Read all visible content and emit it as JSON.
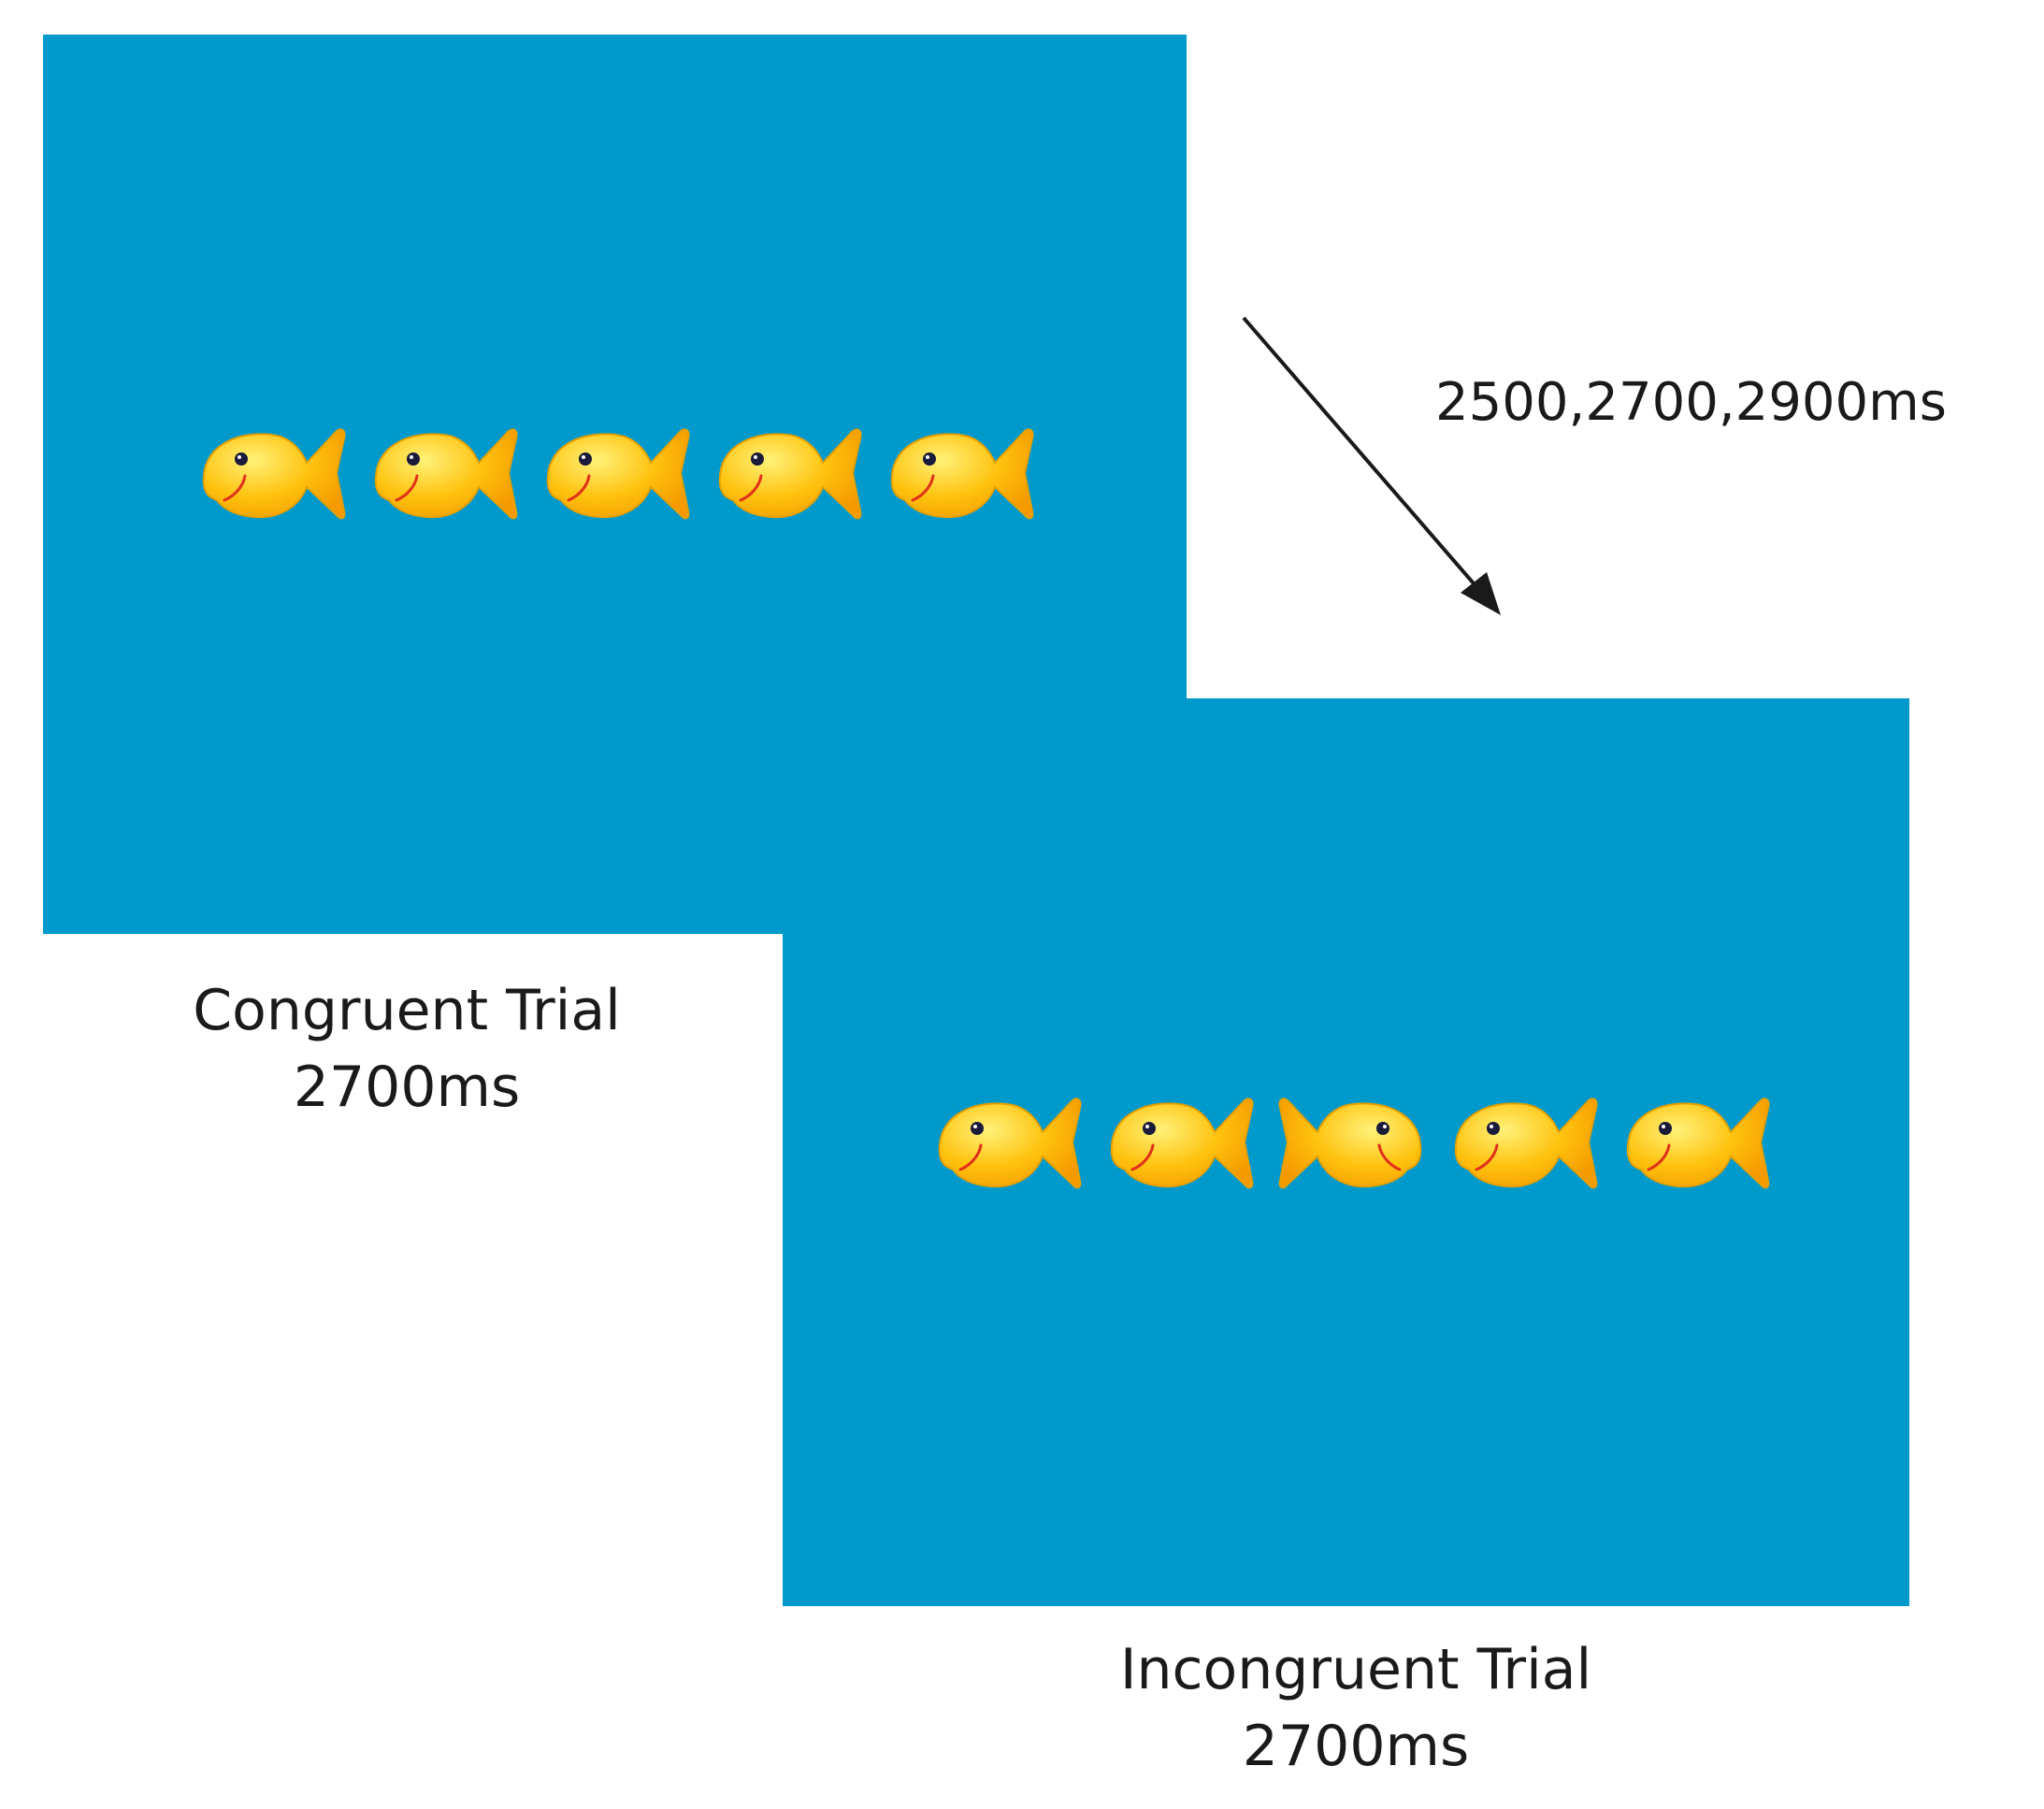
{
  "congruent": {
    "title": "Congruent Trial",
    "duration": "2700ms",
    "fish_directions": [
      "left",
      "left",
      "left",
      "left",
      "left"
    ]
  },
  "incongruent": {
    "title": "Incongruent Trial",
    "duration": "2700ms",
    "fish_directions": [
      "left",
      "left",
      "right",
      "left",
      "left"
    ]
  },
  "interval_label": "2500,2700,2900ms",
  "colors": {
    "screen_background": "#0099cc",
    "fish_body": "#ffc20e",
    "text": "#1a1a1a"
  }
}
